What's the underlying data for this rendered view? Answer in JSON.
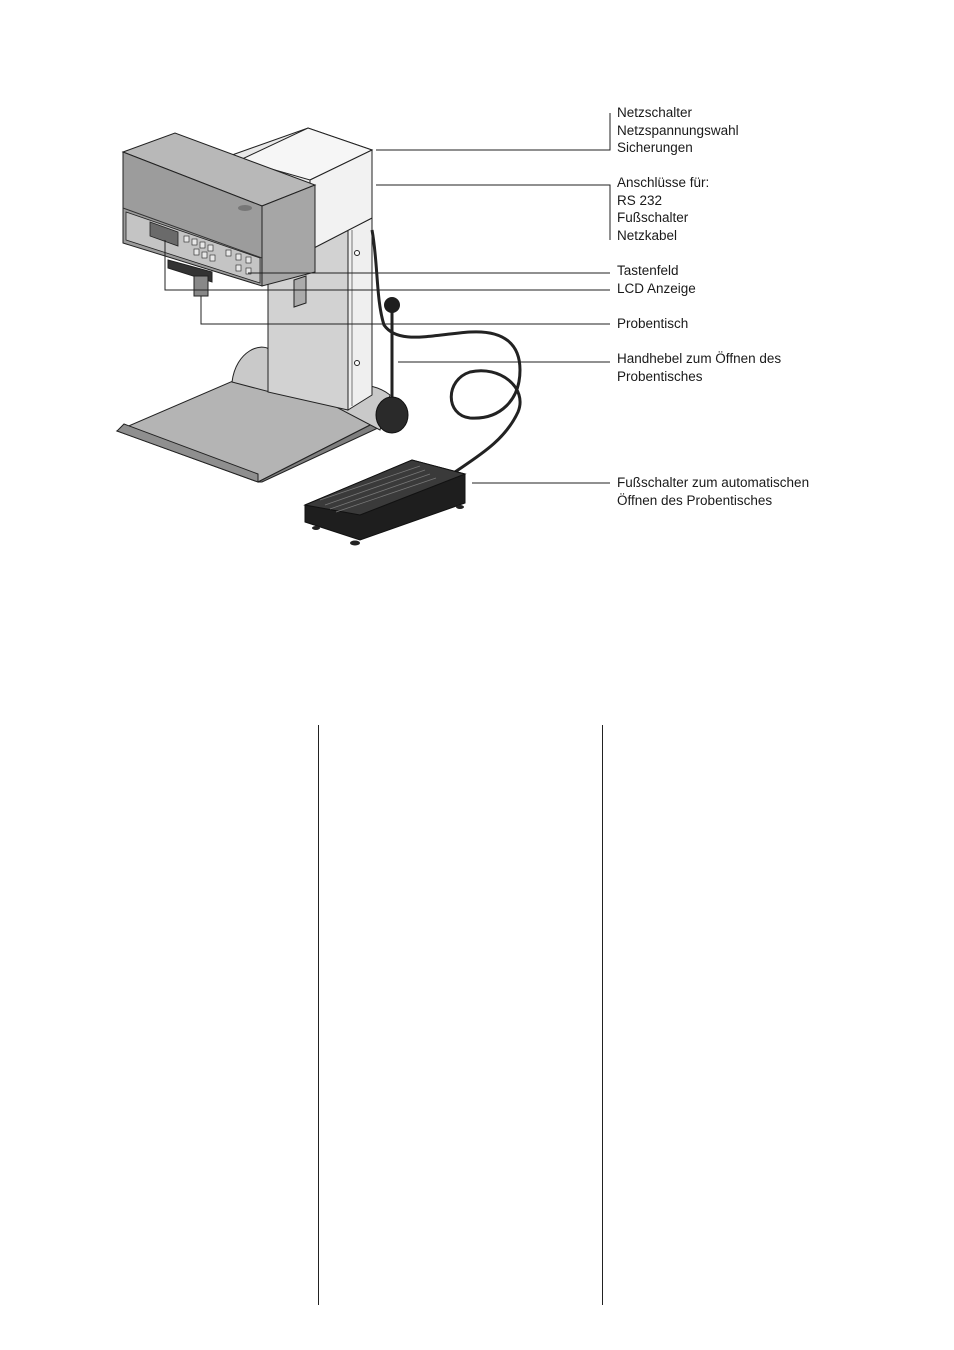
{
  "callouts": {
    "power_group": [
      "Netzschalter",
      "Netzspannungswahl",
      "Sicherungen"
    ],
    "ports_group": [
      "Anschlüsse für:",
      "RS 232",
      "Fußschalter",
      "Netzkabel"
    ],
    "keypad": "Tastenfeld",
    "lcd": "LCD Anzeige",
    "sample_table": "Probentisch",
    "hand_lever": [
      "Handhebel zum Öffnen des",
      "Probentisches"
    ],
    "foot_switch": [
      "Fußschalter zum automatischen",
      "Öffnen des Probentisches"
    ]
  },
  "colors": {
    "housing_gray": "#9a9a9a",
    "housing_light": "#bdbdbd",
    "column_light": "#e6e6e6",
    "base_gray": "#b0b0b0",
    "pedal_dark": "#1c1c1c",
    "line": "#222222"
  }
}
